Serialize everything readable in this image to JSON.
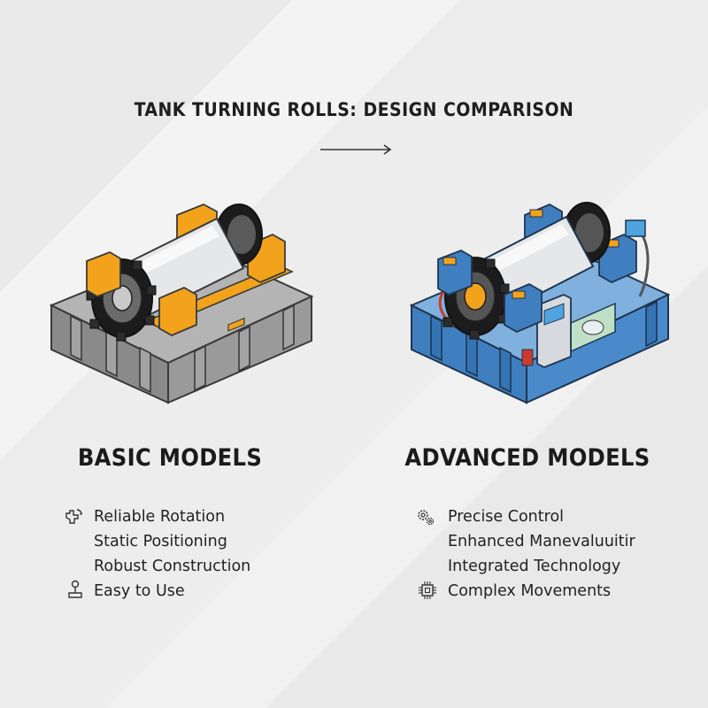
{
  "title": "TANK TURNING ROLLS: DESIGN COMPARISON",
  "columns": [
    {
      "heading": "BASIC MODELS",
      "features": [
        "Reliable Rotation",
        "Static Positioning",
        "Robust Construction",
        "Easy to Use"
      ],
      "icons": [
        "hand-rotate-icon",
        "joystick-icon"
      ],
      "accent": "#f2a31b",
      "frame": "#8e8e8e"
    },
    {
      "heading": "ADVANCED MODELS",
      "features": [
        "Precise Control",
        "Enhanced Manevaluuitir",
        "Integrated Technology",
        "Complex Movements"
      ],
      "icons": [
        "gears-icon",
        "circuit-chip-icon"
      ],
      "accent": "#f2a31b",
      "frame": "#3f7fc0"
    }
  ]
}
